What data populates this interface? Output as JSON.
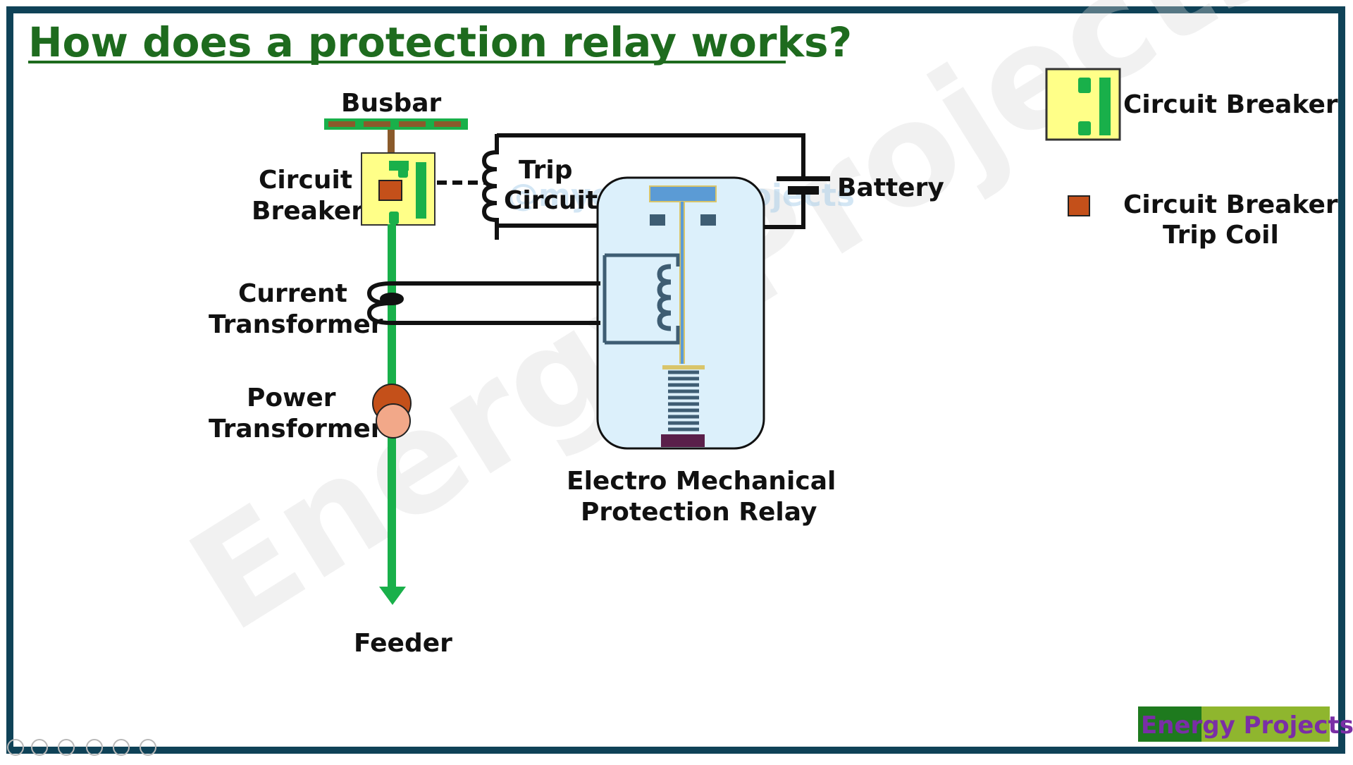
{
  "slide": {
    "title": "How does a protection relay works?",
    "watermark": "Energy Projects",
    "watermark_handle": "@myenergyprojects",
    "brand_label": "Energy Projects"
  },
  "diagram": {
    "busbar": "Busbar",
    "circuit_breaker_line1": "Circuit",
    "circuit_breaker_line2": "Breaker",
    "trip_circuit_line1": "Trip",
    "trip_circuit_line2": "Circuit",
    "battery": "Battery",
    "current_transformer_line1": "Current",
    "current_transformer_line2": "Transformer",
    "power_transformer_line1": "Power",
    "power_transformer_line2": "Transformer",
    "feeder": "Feeder",
    "relay_line1": "Electro Mechanical",
    "relay_line2": "Protection Relay"
  },
  "legend": {
    "circuit_breaker": "Circuit Breaker",
    "trip_coil_line1": "Circuit Breaker",
    "trip_coil_line2": "Trip Coil"
  },
  "colors": {
    "frame": "#0f4257",
    "feeder_line": "#19b04a",
    "busbar_brown": "#8a5a2b",
    "breaker_fill": "#ffff88",
    "trip_coil": "#c4501a",
    "relay_body": "#dcf0fb",
    "armature": "#5b9bd5",
    "title_green": "#1e6b1e",
    "brand_purple": "#7a2ea6"
  }
}
